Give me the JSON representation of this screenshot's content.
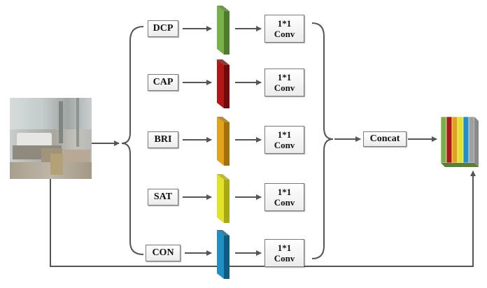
{
  "features": [
    {
      "id": "dcp",
      "label": "DCP",
      "color": "#7ab04a",
      "dark": "#4e7a2c"
    },
    {
      "id": "cap",
      "label": "CAP",
      "color": "#b01818",
      "dark": "#6e0c0c"
    },
    {
      "id": "bri",
      "label": "BRI",
      "color": "#e1a21c",
      "dark": "#a36f0a"
    },
    {
      "id": "sat",
      "label": "SAT",
      "color": "#e2e22a",
      "dark": "#a9a914"
    },
    {
      "id": "con",
      "label": "CON",
      "color": "#1f8fc4",
      "dark": "#0f5c82"
    }
  ],
  "conv": {
    "line1": "1*1",
    "line2": "Conv"
  },
  "concat_label": "Concat",
  "output_stack_colors": [
    "#7ab04a",
    "#b01818",
    "#e1a21c",
    "#e2e22a",
    "#1f8fc4",
    "#a0a0a0"
  ],
  "line_color": "#555555"
}
